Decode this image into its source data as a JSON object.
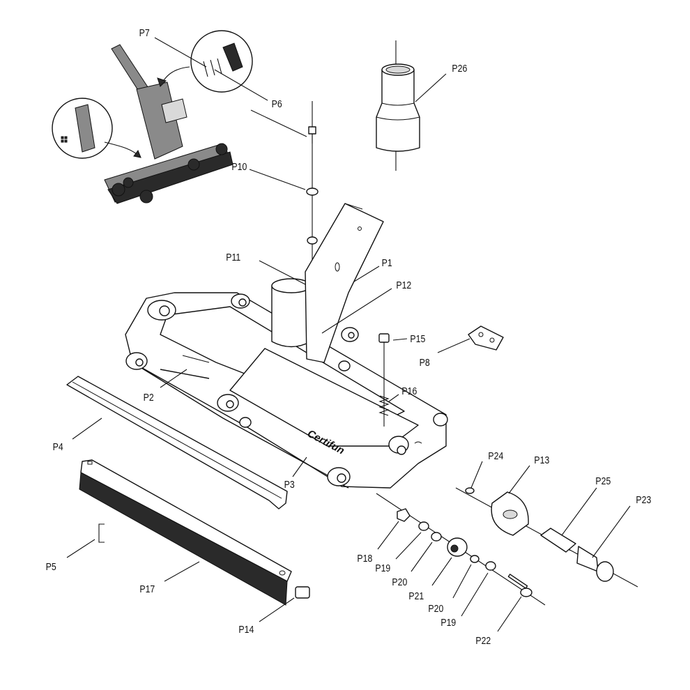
{
  "diagram": {
    "brand_text": "Certifun",
    "part_labels": {
      "P1": "P1",
      "P2": "P2",
      "P3": "P3",
      "P4": "P4",
      "P5": "P5",
      "P6": "P6",
      "P7": "P7",
      "P8": "P8",
      "P10": "P10",
      "P11": "P11",
      "P12": "P12",
      "P13": "P13",
      "P14": "P14",
      "P15": "P15",
      "P16": "P16",
      "P17": "P17",
      "P18": "P18",
      "P19a": "P19",
      "P19b": "P19",
      "P20a": "P20",
      "P20b": "P20",
      "P21": "P21",
      "P22": "P22",
      "P23": "P23",
      "P24": "P24",
      "P25": "P25",
      "P26": "P26"
    }
  }
}
